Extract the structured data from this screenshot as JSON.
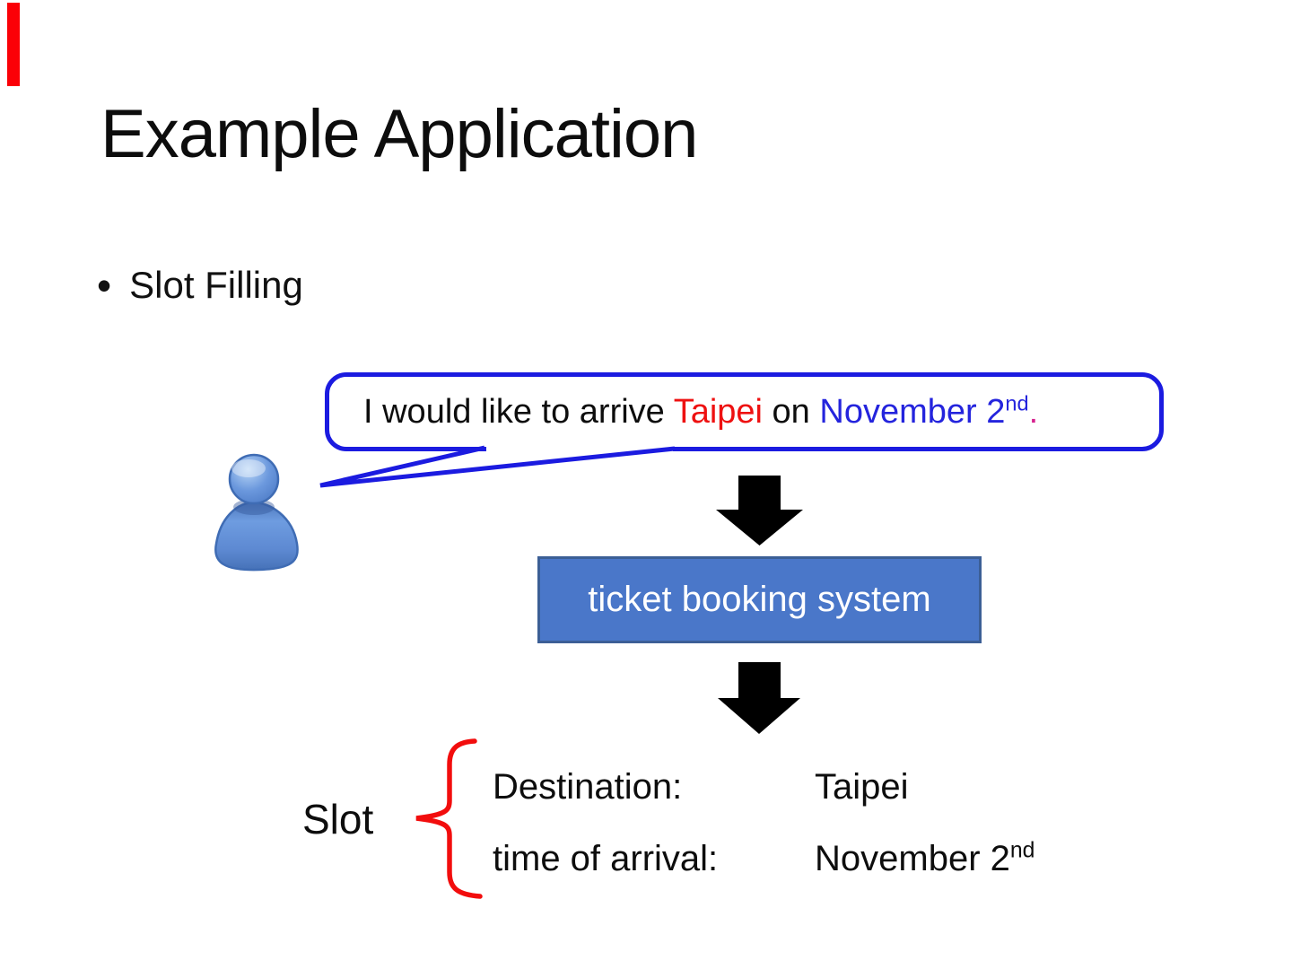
{
  "slide": {
    "title": "Example Application",
    "bullet_char": "•",
    "bullet_label": "Slot Filling",
    "speech_bubble": {
      "part1": "I would like to arrive ",
      "destination": "Taipei",
      "part2": " on ",
      "date": "November 2",
      "date_ordinal": "nd",
      "period": "."
    },
    "system_box_label": "ticket booking system",
    "slot": {
      "label": "Slot",
      "rows": [
        {
          "key": "Destination:",
          "value": "Taipei",
          "value_ordinal": ""
        },
        {
          "key": "time of arrival:",
          "value": "November 2",
          "value_ordinal": "nd"
        }
      ]
    },
    "icons": {
      "person": "person-icon",
      "flow_arrows": "down-arrow-icon",
      "slot_brace": "left-curly-brace-icon"
    },
    "colors": {
      "accent_ribbon": "#fb0007",
      "bubble_border": "#1b1be0",
      "destination_text": "#ee1111",
      "date_text": "#2424dd",
      "period_text": "#d6218e",
      "system_box_fill": "#4a77c9",
      "system_box_border": "#3c5f96",
      "arrow": "#000000",
      "brace": "#f20d0d",
      "person_blue": "#6493da"
    }
  }
}
